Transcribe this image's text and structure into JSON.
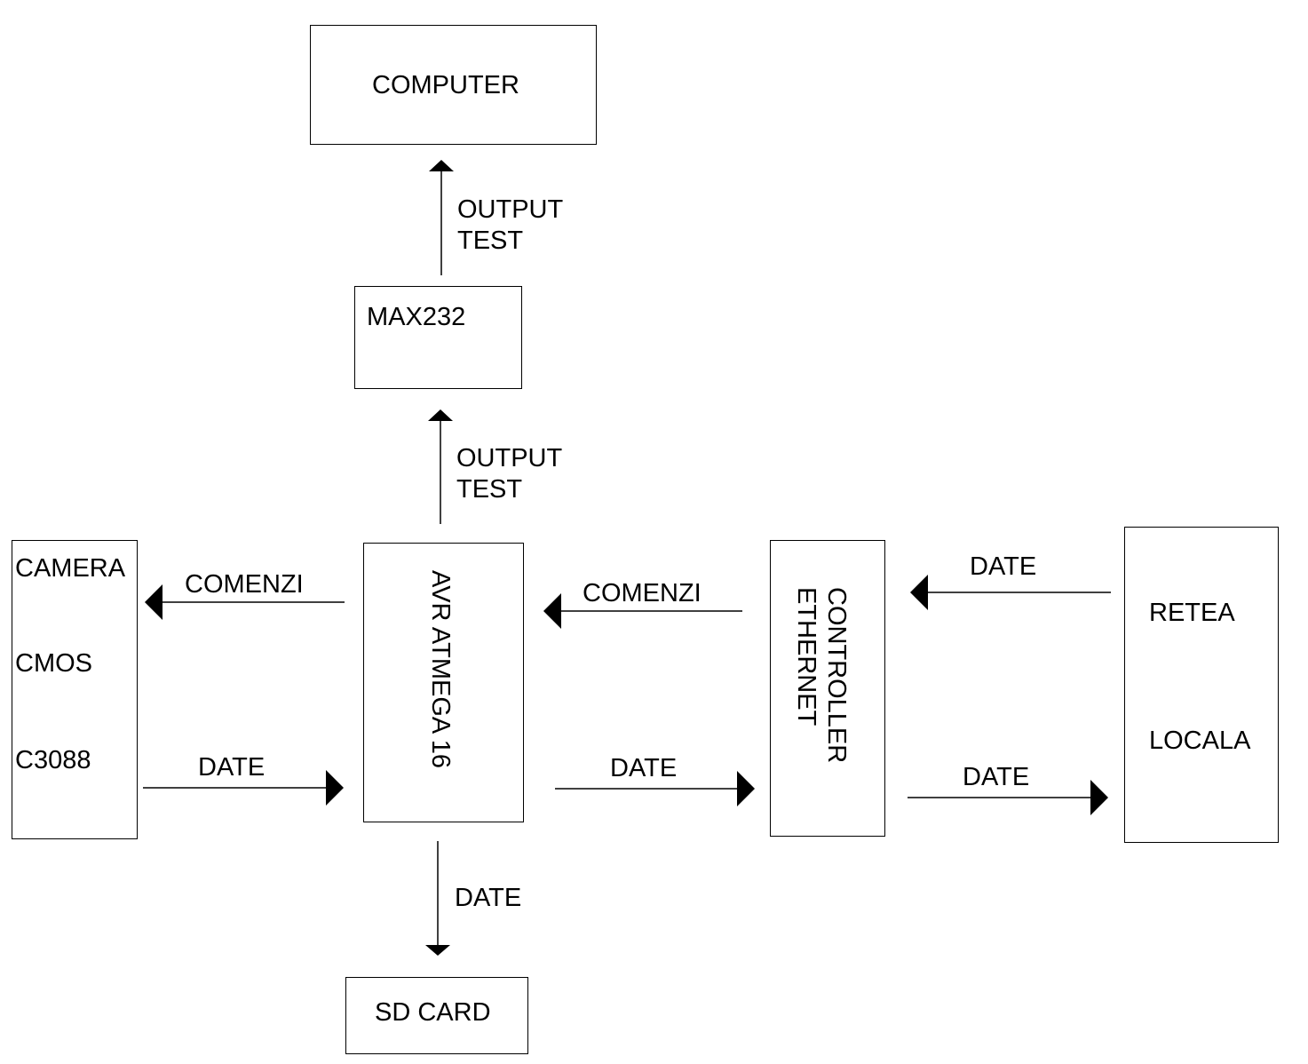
{
  "blocks": {
    "computer": {
      "label": "COMPUTER"
    },
    "max232": {
      "label": "MAX232"
    },
    "camera": {
      "lines": [
        "CAMERA",
        "CMOS",
        "C3088"
      ]
    },
    "avr": {
      "label": "AVR ATMEGA 16"
    },
    "ethernet": {
      "lines": [
        "CONTROLLER",
        "ETHERNET"
      ]
    },
    "lan": {
      "lines": [
        "RETEA",
        "LOCALA"
      ]
    },
    "sdcard": {
      "label": "SD CARD"
    }
  },
  "connections": [
    {
      "from": "max232",
      "to": "computer",
      "lines": [
        "OUTPUT",
        "TEST"
      ]
    },
    {
      "from": "avr",
      "to": "max232",
      "lines": [
        "OUTPUT",
        "TEST"
      ]
    },
    {
      "from": "avr",
      "to": "camera",
      "label": "COMENZI"
    },
    {
      "from": "camera",
      "to": "avr",
      "label": "DATE"
    },
    {
      "from": "ethernet",
      "to": "avr",
      "label": "COMENZI"
    },
    {
      "from": "avr",
      "to": "ethernet",
      "label": "DATE"
    },
    {
      "from": "lan",
      "to": "ethernet",
      "label": "DATE"
    },
    {
      "from": "ethernet",
      "to": "lan",
      "label": "DATE"
    },
    {
      "from": "avr",
      "to": "sdcard",
      "label": "DATE"
    }
  ]
}
